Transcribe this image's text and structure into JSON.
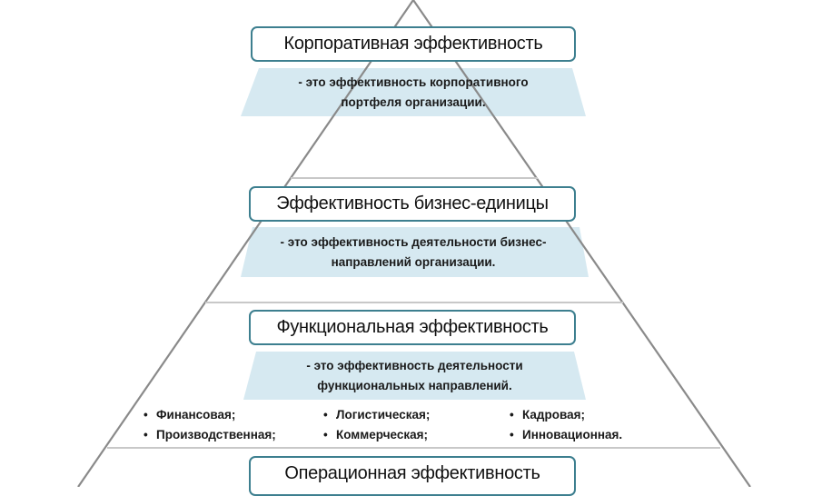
{
  "diagram": {
    "type": "pyramid",
    "colors": {
      "outline": "#8a8a8a",
      "box_border": "#3d7f8f",
      "desc_fill": "#d6e9f1"
    },
    "levels": [
      {
        "title": "Корпоративная эффективность",
        "description_line1": "- это эффективность корпоративного",
        "description_line2": "портфеля организации."
      },
      {
        "title": "Эффективность бизнес-единицы",
        "description_line1": "- это эффективность деятельности бизнес-",
        "description_line2": "направлений организации."
      },
      {
        "title": "Функциональная эффективность",
        "description_line1": "- это эффективность деятельности",
        "description_line2": "функциональных направлений.",
        "bullets": [
          "Финансовая;",
          "Производственная;",
          "Логистическая;",
          "Коммерческая;",
          "Кадровая;",
          "Инновационная."
        ]
      },
      {
        "title": "Операционная эффективность"
      }
    ],
    "bullet_symbol": "•"
  }
}
